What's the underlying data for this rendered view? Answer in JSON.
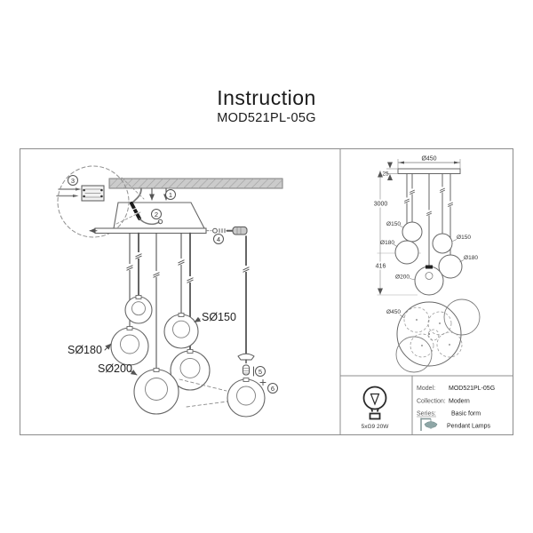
{
  "title": "Instruction",
  "model": "MOD521PL-05G",
  "callouts": {
    "c1": "1",
    "c2": "2",
    "c3": "3",
    "c4": "4",
    "c5": "5",
    "c6": "6"
  },
  "labels": {
    "s180": "SØ180",
    "s150": "SØ150",
    "s200": "SØ200"
  },
  "dims": {
    "canopy_width": "Ø450",
    "canopy_thickness": "25",
    "drop_height": "3000",
    "d150_left": "Ø150",
    "d150_right": "Ø150",
    "d180_left": "Ø180",
    "d180_right": "Ø180",
    "d200": "Ø200",
    "cluster_height": "416",
    "top_view_diameter": "Ø450"
  },
  "bulb": {
    "spec": "5xG9 20W"
  },
  "info_table": {
    "model_label": "Model:",
    "model_value": "MOD521PL-05G",
    "collection_label": "Collection:",
    "collection_value": "Modern",
    "series_label": "Series:",
    "series_value": "Basic form",
    "category_value": "Pendant Lamps"
  }
}
